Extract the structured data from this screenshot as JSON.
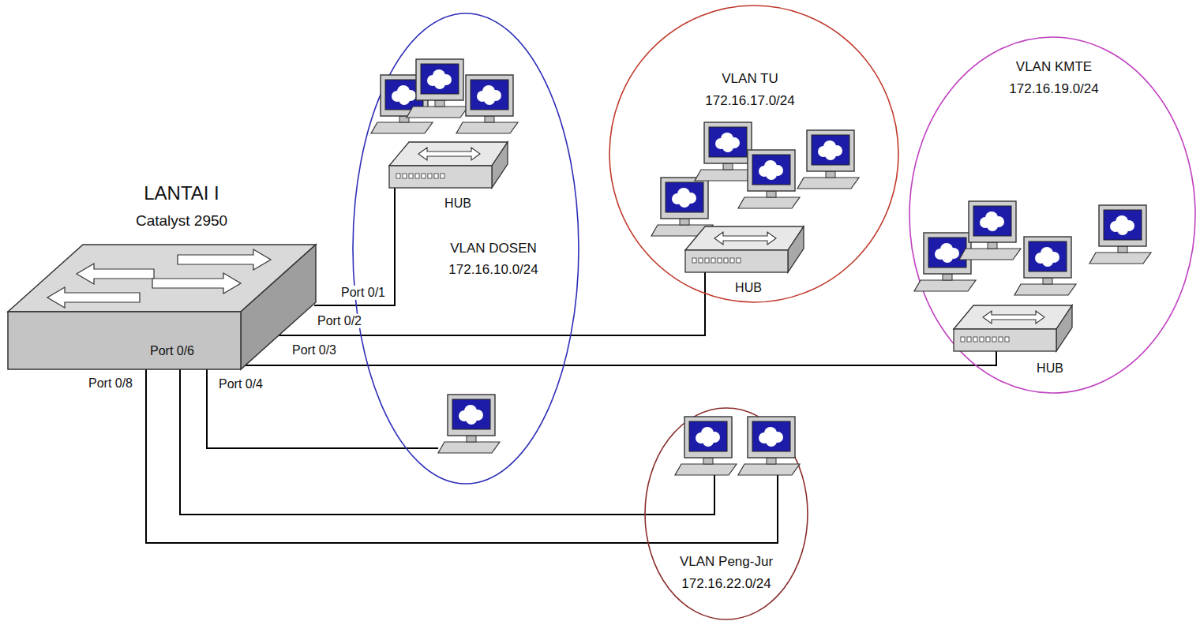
{
  "diagram": {
    "nodes": [
      {
        "text": [
          "LANTAI I",
          "Catalyst 2950"
        ]
      },
      {
        "text": [
          "VLAN DOSEN",
          "172.16.10.0/24"
        ]
      },
      {
        "text": [
          "HUB"
        ],
        "in": 1
      },
      {
        "text": [
          "VLAN TU",
          "172.16.17.0/24"
        ]
      },
      {
        "text": [
          "HUB"
        ],
        "in": 3
      },
      {
        "text": [
          "VLAN KMTE",
          "172.16.19.0/24"
        ]
      },
      {
        "text": [
          "HUB"
        ],
        "in": 5
      },
      {
        "text": [
          "VLAN Peng-Jur",
          "172.16.22.0/24"
        ]
      }
    ],
    "edges": [
      {
        "from": 0,
        "to": 2,
        "label": "Port 0/1",
        "arrow": "none"
      },
      {
        "from": 0,
        "to": 4,
        "label": "Port 0/2",
        "arrow": "none"
      },
      {
        "from": 0,
        "to": 6,
        "label": "Port 0/3",
        "arrow": "none"
      },
      {
        "from": 0,
        "to": 1,
        "label": "Port 0/4",
        "arrow": "none"
      },
      {
        "from": 0,
        "to": 7,
        "label": "Port 0/6",
        "arrow": "none"
      },
      {
        "from": 0,
        "to": 7,
        "label": "Port 0/8",
        "arrow": "none"
      }
    ]
  }
}
